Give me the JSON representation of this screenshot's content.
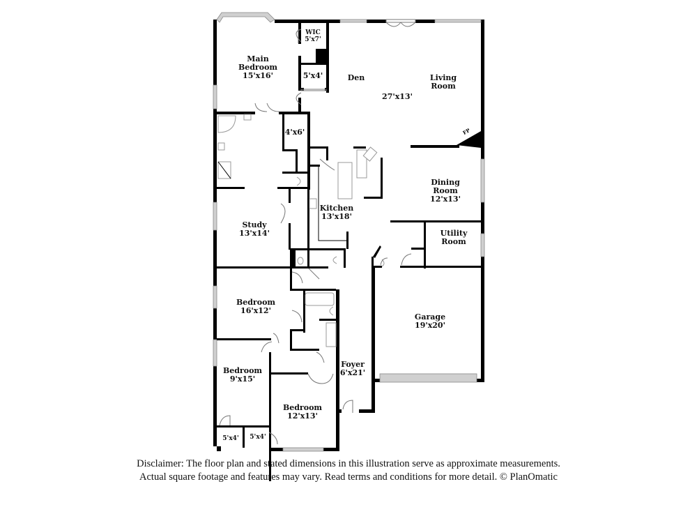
{
  "floor_plan": {
    "rooms": [
      {
        "id": "main-bedroom",
        "name_lines": [
          "Main",
          "Bedroom"
        ],
        "dims": "15'x16'"
      },
      {
        "id": "wic",
        "name_lines": [
          "WIC"
        ],
        "dims": "5'x7'"
      },
      {
        "id": "closet-main",
        "name_lines": [],
        "dims": "5'x4'"
      },
      {
        "id": "den",
        "name_lines": [
          "Den"
        ],
        "dims": ""
      },
      {
        "id": "living-room",
        "name_lines": [
          "Living",
          "Room"
        ],
        "dims": ""
      },
      {
        "id": "den-living-dims",
        "name_lines": [],
        "dims": "27'x13'"
      },
      {
        "id": "fireplace",
        "name_lines": [
          "FP"
        ],
        "dims": ""
      },
      {
        "id": "closet-4x6",
        "name_lines": [],
        "dims": "4'x6'"
      },
      {
        "id": "kitchen",
        "name_lines": [
          "Kitchen"
        ],
        "dims": "13'x18'"
      },
      {
        "id": "dining-room",
        "name_lines": [
          "Dining",
          "Room"
        ],
        "dims": "12'x13'"
      },
      {
        "id": "utility-room",
        "name_lines": [
          "Utility",
          "Room"
        ],
        "dims": ""
      },
      {
        "id": "study",
        "name_lines": [
          "Study"
        ],
        "dims": "13'x14'"
      },
      {
        "id": "garage",
        "name_lines": [
          "Garage"
        ],
        "dims": "19'x20'"
      },
      {
        "id": "bedroom-2",
        "name_lines": [
          "Bedroom"
        ],
        "dims": "16'x12'"
      },
      {
        "id": "bedroom-3",
        "name_lines": [
          "Bedroom"
        ],
        "dims": "9'x15'"
      },
      {
        "id": "bedroom-4",
        "name_lines": [
          "Bedroom"
        ],
        "dims": "12'x13'"
      },
      {
        "id": "foyer",
        "name_lines": [
          "Foyer"
        ],
        "dims": "6'x21'"
      },
      {
        "id": "closet-a",
        "name_lines": [],
        "dims": "5'x4'"
      },
      {
        "id": "closet-b",
        "name_lines": [],
        "dims": "5'x4'"
      }
    ]
  },
  "disclaimer": {
    "line1": "Disclaimer: The floor plan and stated dimensions in this illustration serve as approximate measurements.",
    "line2": "Actual square footage and features may vary. Read terms and conditions for more detail. © PlanOmatic"
  }
}
